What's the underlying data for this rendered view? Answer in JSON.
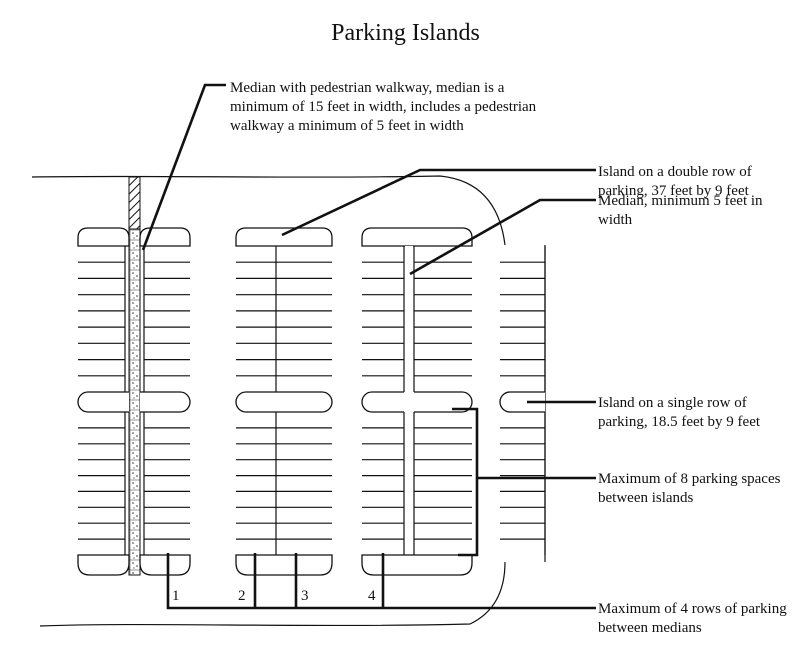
{
  "title": "Parking Islands",
  "callouts": {
    "walkway_median": "Median with pedestrian walkway, median is a minimum of 15 feet in width, includes a pedestrian walkway a minimum of 5 feet in width",
    "double_row_island": "Island on a double row of parking, 37 feet by 9 feet",
    "median": "Median, minimum 5 feet in width",
    "single_row_island": "Island on a single row of parking, 18.5 feet by 9 feet",
    "max_spaces": "Maximum of 8 parking spaces between islands",
    "max_rows": "Maximum of 4 rows of parking between medians"
  },
  "row_numbers": [
    "1",
    "2",
    "3",
    "4"
  ],
  "layout_facts": {
    "spaces_between_islands": 8,
    "rows_between_medians": 4,
    "median_min_width_ft": 5,
    "walkway_median_min_width_ft": 15,
    "walkway_min_width_ft": 5,
    "double_island_ft": "37 x 9",
    "single_island_ft": "18.5 x 9"
  }
}
